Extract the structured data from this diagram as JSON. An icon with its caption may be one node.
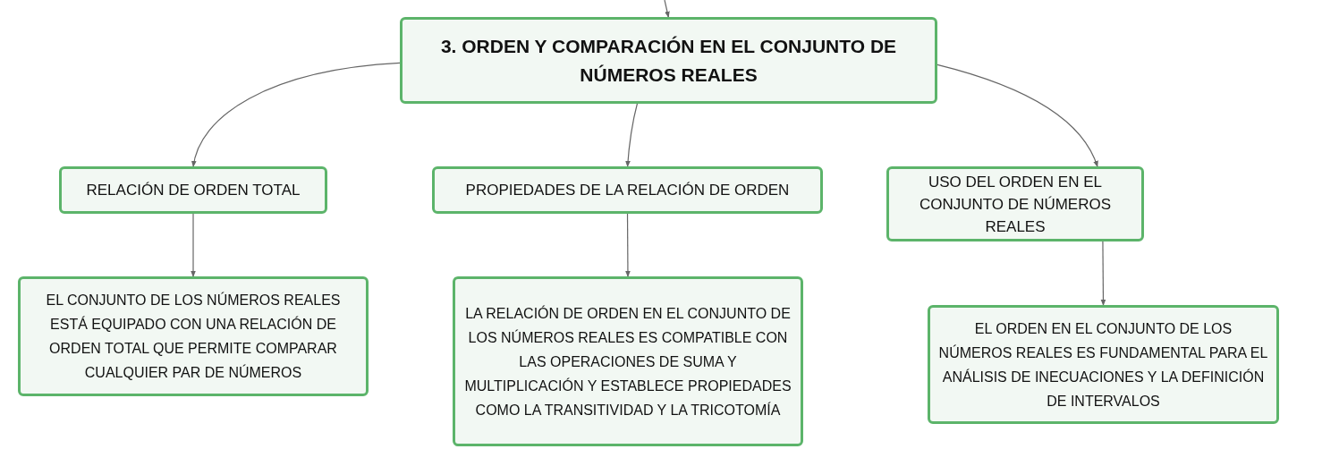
{
  "diagram": {
    "nodes": [
      {
        "text": [
          "3. ORDEN Y COMPARACIÓN EN EL CONJUNTO DE NÚMEROS REALES"
        ]
      },
      {
        "text": [
          "RELACIÓN DE ORDEN TOTAL"
        ]
      },
      {
        "text": [
          "PROPIEDADES DE LA RELACIÓN DE ORDEN"
        ]
      },
      {
        "text": [
          "USO DEL ORDEN EN EL CONJUNTO DE NÚMEROS REALES"
        ]
      },
      {
        "text": [
          "EL CONJUNTO DE LOS NÚMEROS REALES ESTÁ EQUIPADO CON UNA RELACIÓN DE ORDEN TOTAL QUE PERMITE COMPARAR CUALQUIER PAR DE NÚMEROS"
        ]
      },
      {
        "text": [
          "LA RELACIÓN DE ORDEN EN EL CONJUNTO DE LOS NÚMEROS REALES ES COMPATIBLE CON LAS OPERACIONES DE SUMA Y MULTIPLICACIÓN Y ESTABLECE PROPIEDADES COMO LA TRANSITIVIDAD Y LA TRICOTOMÍA"
        ]
      },
      {
        "text": [
          "EL ORDEN EN EL CONJUNTO DE LOS NÚMEROS REALES ES FUNDAMENTAL PARA EL ANÁLISIS DE INECUACIONES Y LA DEFINICIÓN DE INTERVALOS"
        ]
      }
    ],
    "edges": [
      {
        "from": null,
        "to": 0,
        "arrow": "to"
      },
      {
        "from": 0,
        "to": 1,
        "arrow": "to"
      },
      {
        "from": 0,
        "to": 2,
        "arrow": "to"
      },
      {
        "from": 0,
        "to": 3,
        "arrow": "to"
      },
      {
        "from": 1,
        "to": 4,
        "arrow": "to"
      },
      {
        "from": 2,
        "to": 5,
        "arrow": "to"
      },
      {
        "from": 3,
        "to": 6,
        "arrow": "to"
      }
    ]
  }
}
